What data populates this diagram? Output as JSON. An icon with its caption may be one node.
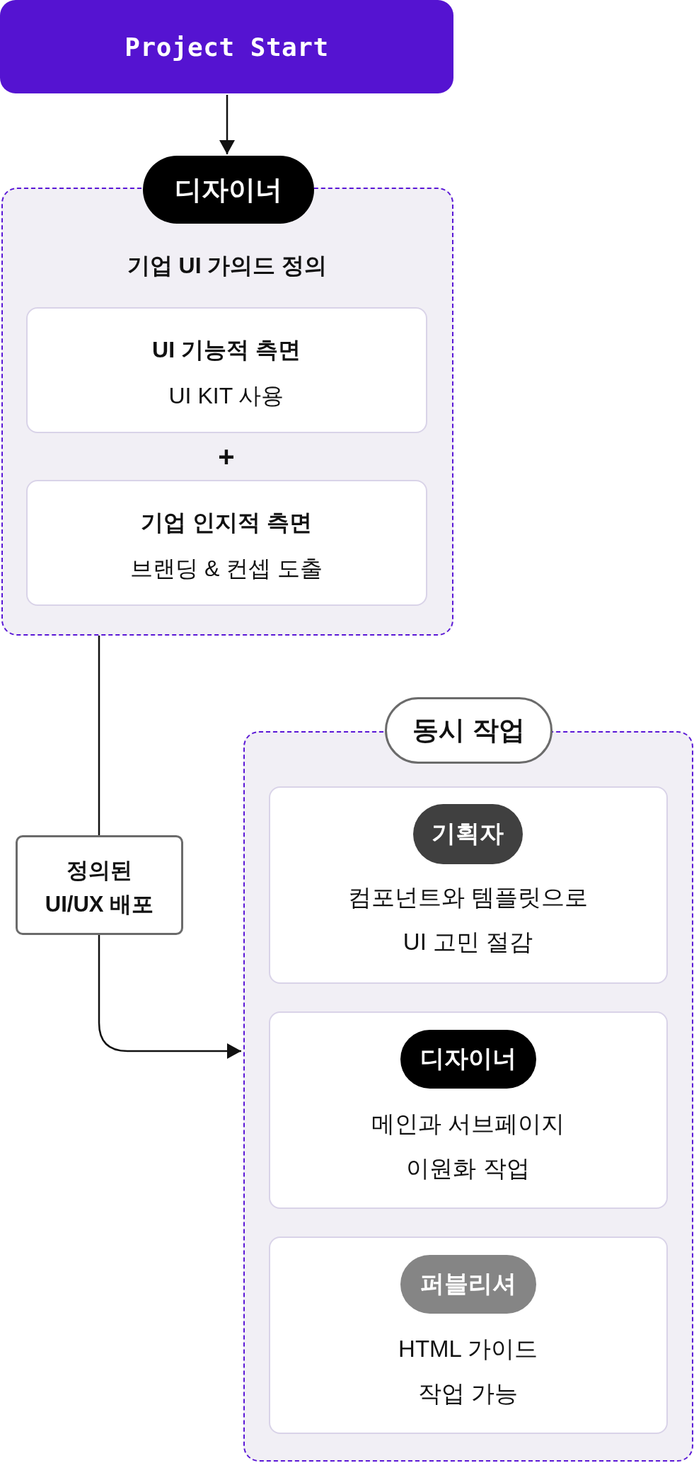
{
  "diagram": {
    "nodes": [
      {
        "text": [
          "Project Start"
        ]
      },
      {
        "text": [
          "디자이너"
        ]
      },
      {
        "text": [
          "기업 UI 가의드 정의"
        ]
      },
      {
        "text": [
          "UI 기능적 측면",
          "UI KIT 사용"
        ],
        "in": 2
      },
      {
        "text": [
          "기업 인지적 측면",
          "브랜딩 & 컨셉 도출"
        ],
        "in": 2
      },
      {
        "text": [
          "정의된 UI/UX 배포"
        ]
      },
      {
        "text": [
          "동시 작업"
        ]
      },
      {
        "text": [],
        "shape": "box"
      },
      {
        "text": [
          "컴포넌트와 템플릿으로 UI 고민 절감"
        ],
        "in": 7
      },
      {
        "text": [
          "기획자"
        ],
        "in": 8
      },
      {
        "text": [
          "메인과 서브페이지 이원화 작업"
        ],
        "in": 7
      },
      {
        "text": [
          "디자이너"
        ],
        "in": 10
      },
      {
        "text": [
          "HTML 가이드 작업 가능"
        ],
        "in": 7
      },
      {
        "text": [
          "퍼블리셔"
        ],
        "in": 12
      }
    ],
    "edges": [
      {
        "from": 0,
        "to": 1,
        "arrow": "to"
      },
      {
        "from": 2,
        "to": 5,
        "arrow": "none"
      },
      {
        "from": 5,
        "to": 7,
        "arrow": "to"
      }
    ],
    "labels": [
      "+"
    ]
  }
}
